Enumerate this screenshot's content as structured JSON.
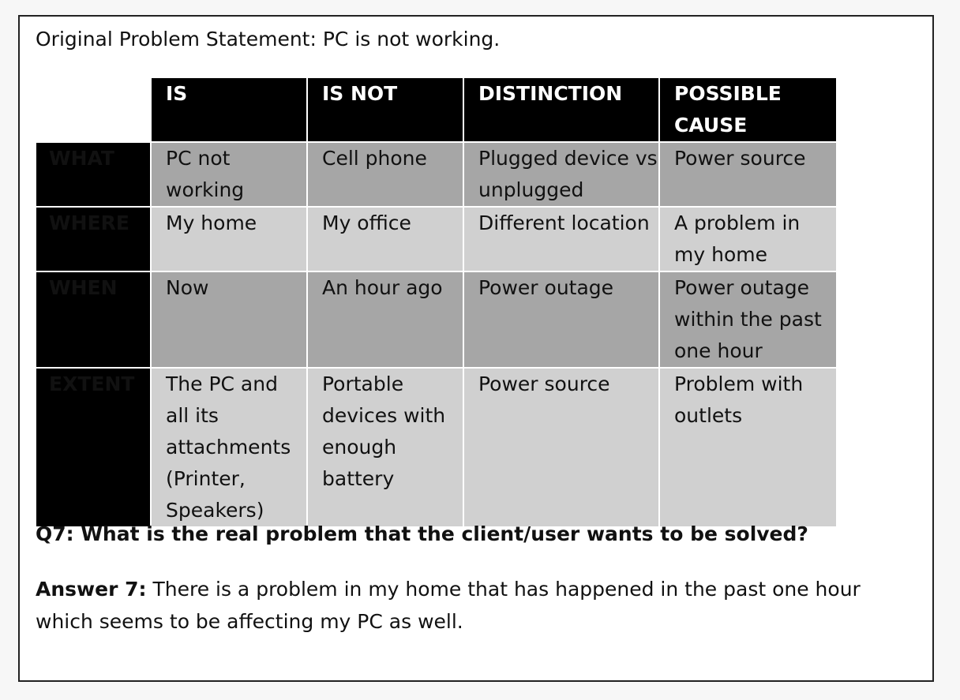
{
  "problem_statement": "Original Problem Statement: PC is not working.",
  "table": {
    "columns": [
      "IS",
      "IS NOT",
      "DISTINCTION",
      "POSSIBLE CAUSE"
    ],
    "rows": [
      {
        "label": "WHAT",
        "cells": [
          "PC not working",
          "Cell phone",
          "Plugged device vs unplugged",
          "Power source"
        ]
      },
      {
        "label": "WHERE",
        "cells": [
          "My home",
          "My office",
          "Different location",
          "A problem in my home"
        ]
      },
      {
        "label": "WHEN",
        "cells": [
          "Now",
          "An hour ago",
          "Power outage",
          "Power outage within the past one hour"
        ]
      },
      {
        "label": "EXTENT",
        "cells": [
          "The PC and all its attachments (Printer, Speakers)",
          "Portable devices with enough battery",
          "Power source",
          "Problem with outlets"
        ]
      }
    ]
  },
  "question": "Q7: What is the real problem that the client/user wants to be solved?",
  "answer": {
    "label": "Answer 7:",
    "text": " There is a problem in my home that has happened in the past one hour which seems to be affecting my PC as well."
  }
}
